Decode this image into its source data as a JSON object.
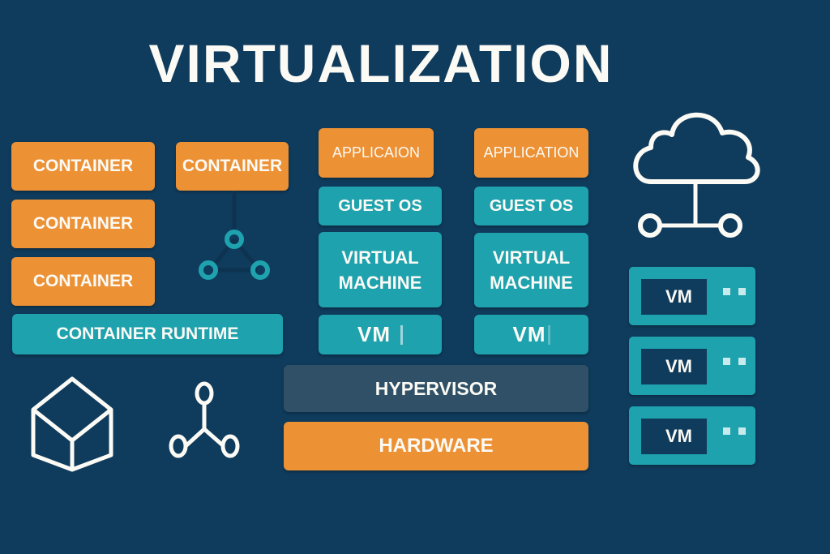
{
  "title": "VIRTUALIZATION",
  "colors": {
    "background": "#0f3b5c",
    "orange": "#ed9135",
    "teal": "#1ea2ae",
    "slate": "#2f5066",
    "text": "#fbfaf5"
  },
  "containers": {
    "left_stack": [
      "CONTAINER",
      "CONTAINER",
      "CONTAINER"
    ],
    "top_right": "CONTAINER",
    "runtime": "CONTAINER RUNTIME"
  },
  "vm_stacks": [
    {
      "application": "APPLICAION",
      "guest_os": "GUEST OS",
      "vm_line1": "VIRTUAL",
      "vm_line2": "MACHINE",
      "vm_label": "VM"
    },
    {
      "application": "APPLICATION",
      "guest_os": "GUEST OS",
      "vm_line1": "VIRTUAL",
      "vm_line2": "MACHINE",
      "vm_label": "VM"
    }
  ],
  "hypervisor": "HYPERVISOR",
  "hardware": "HARDWARE",
  "servers": [
    "VM",
    "VM",
    "VM"
  ],
  "icons": [
    "cloud-network-icon",
    "cube-icon",
    "network-nodes-icon",
    "triangle-network-icon"
  ]
}
